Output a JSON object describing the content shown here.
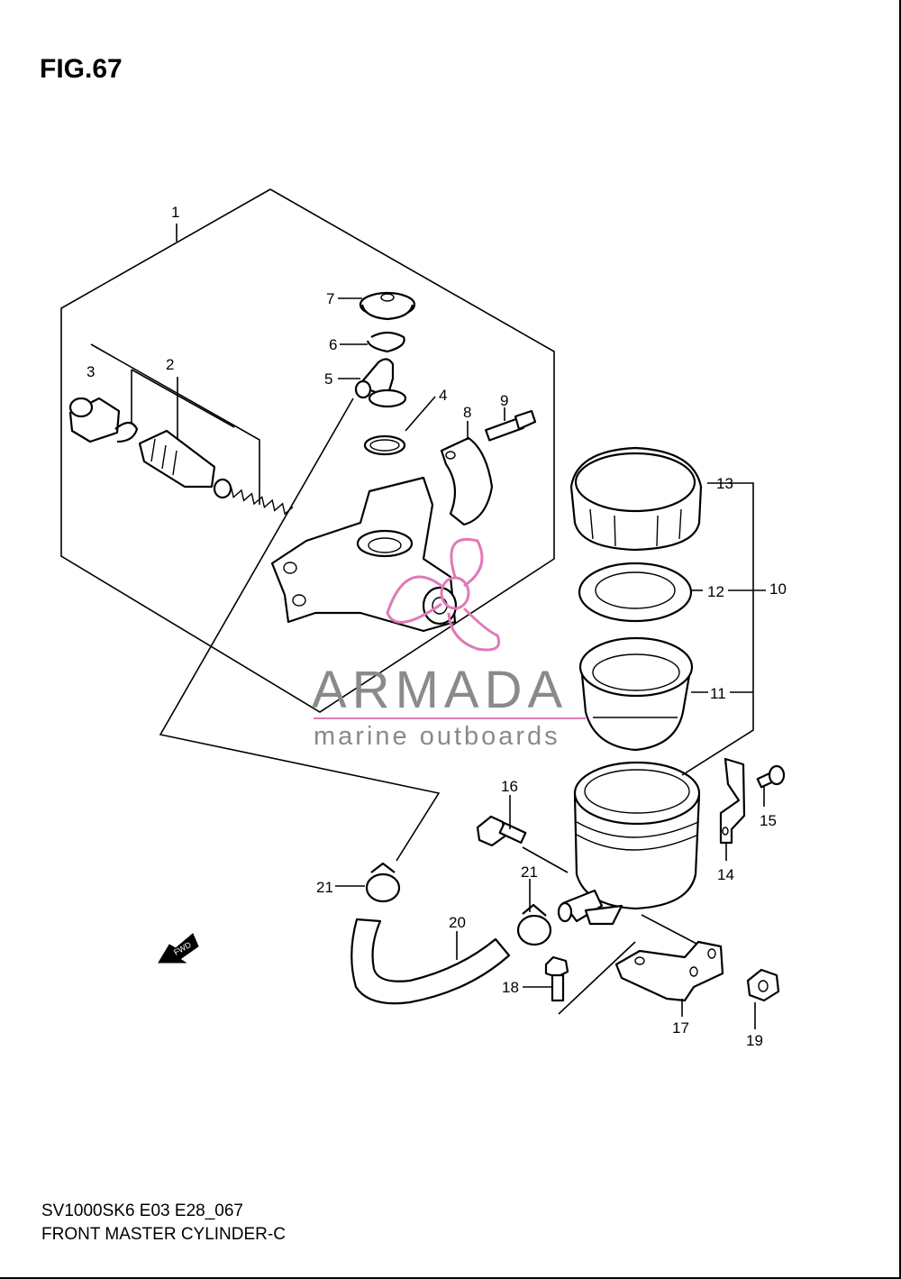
{
  "figure": {
    "title": "FIG.67",
    "model_code": "SV1000SK6 E03 E28_067",
    "caption": "FRONT MASTER CYLINDER-C"
  },
  "callouts": [
    "1",
    "2",
    "3",
    "4",
    "5",
    "6",
    "7",
    "8",
    "9",
    "10",
    "11",
    "12",
    "13",
    "14",
    "15",
    "16",
    "17",
    "18",
    "19",
    "20",
    "21",
    "21"
  ],
  "watermark": {
    "brand": "ARMADA",
    "tagline": "marine outboards",
    "accent_color": "#e07ab8",
    "text_color": "#8a8a8a"
  },
  "direction_badge": "FWD"
}
